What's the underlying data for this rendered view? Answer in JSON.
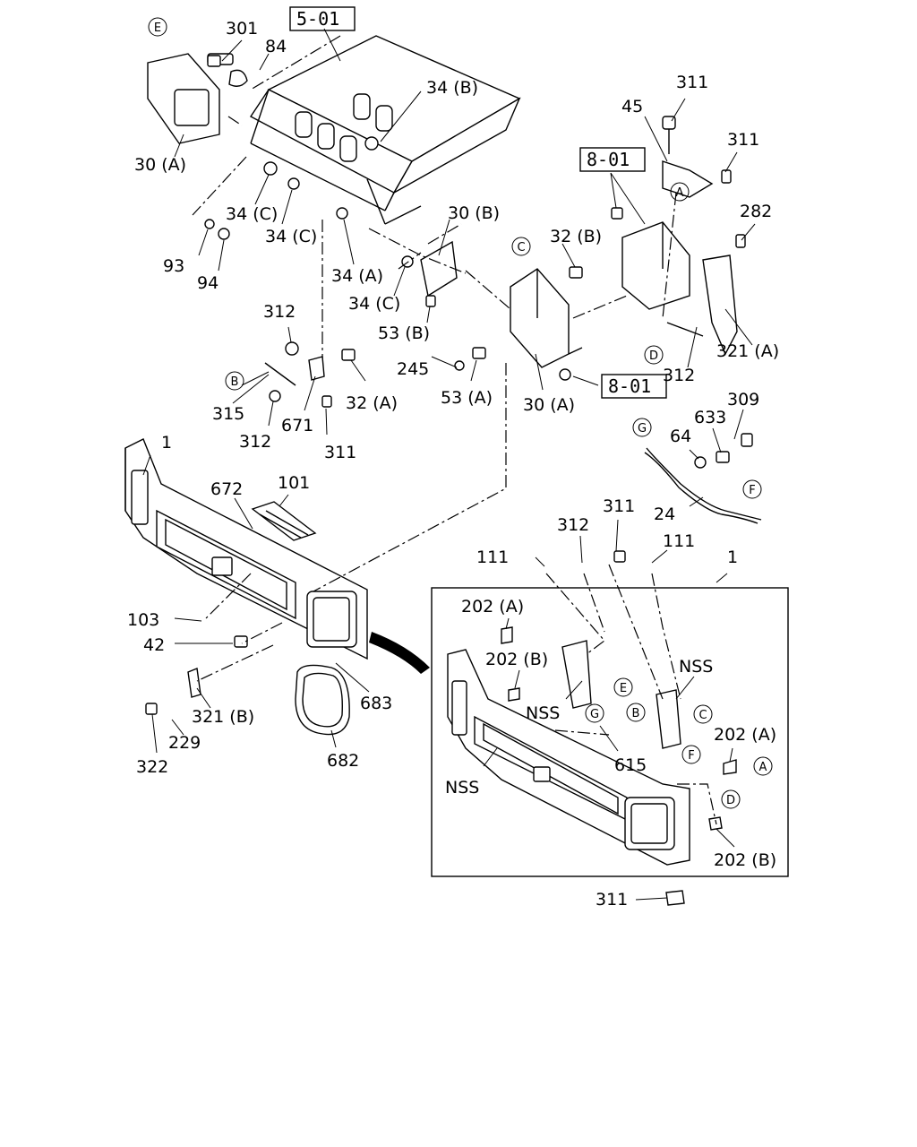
{
  "ref_boxes": [
    "5-01",
    "8-01",
    "8-01"
  ],
  "part_labels": [
    "301",
    "84",
    "34 (B)",
    "30 (A)",
    "34 (C)",
    "34 (C)",
    "93",
    "94",
    "34 (A)",
    "30 (B)",
    "34 (C)",
    "53 (B)",
    "32 (B)",
    "312",
    "315",
    "312",
    "671",
    "32 (A)",
    "311",
    "245",
    "53 (A)",
    "30 (A)",
    "45",
    "311",
    "311",
    "282",
    "321 (A)",
    "312",
    "309",
    "633",
    "64",
    "24",
    "1",
    "672",
    "101",
    "103",
    "42",
    "321 (B)",
    "229",
    "322",
    "683",
    "682",
    "1",
    "311",
    "312",
    "111",
    "111",
    "202 (A)",
    "202 (B)",
    "NSS",
    "NSS",
    "NSS",
    "615",
    "202 (A)",
    "202 (B)",
    "311"
  ],
  "circle_letters": [
    "E",
    "C",
    "A",
    "B",
    "D",
    "G",
    "F",
    "E",
    "G",
    "B",
    "C",
    "F",
    "A",
    "D"
  ]
}
